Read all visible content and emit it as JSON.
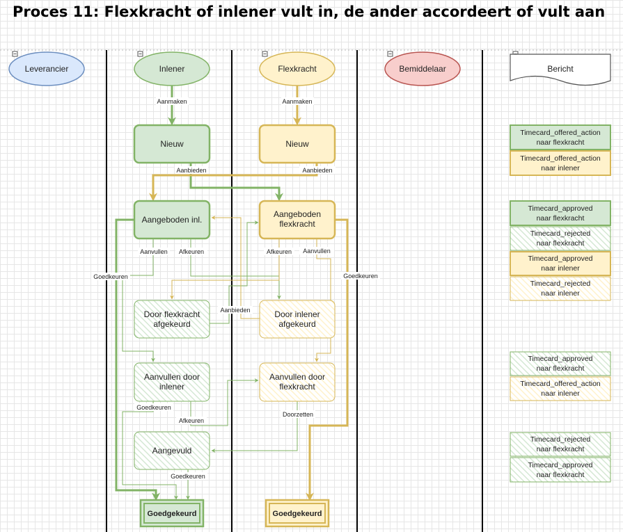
{
  "title": "Proces 11: Flexkracht of inlener vult in, de ander accordeert of vult aan",
  "colors": {
    "green_fill": "#d5e8d4",
    "green_stroke": "#82b366",
    "yellow_fill": "#fff2cc",
    "yellow_stroke": "#d6b656",
    "blue_fill": "#dae8fc",
    "blue_stroke": "#6c8ebf",
    "red_fill": "#f8cecc",
    "red_stroke": "#b85450"
  },
  "lanes": {
    "leverancier": "Leverancier",
    "inlener": "Inlener",
    "flexkracht": "Flexkracht",
    "bemiddelaar": "Bemiddelaar",
    "bericht": "Bericht"
  },
  "nodes": {
    "nieuw_inl": "Nieuw",
    "nieuw_flex": "Nieuw",
    "aangeboden_inl": "Aangeboden inl.",
    "aangeboden_flex": [
      "Aangeboden",
      "flexkracht"
    ],
    "door_flex_afgekeurd": [
      "Door flexkracht",
      "afgekeurd"
    ],
    "door_inl_afgekeurd": [
      "Door inlener",
      "afgekeurd"
    ],
    "aanvullen_door_inl": [
      "Aanvullen door",
      "inlener"
    ],
    "aanvullen_door_flex": [
      "Aanvullen door",
      "flexkracht"
    ],
    "aangevuld": "Aangevuld",
    "goedgekeurd_inl": "Goedgekeurd",
    "goedgekeurd_flex": "Goedgekeurd"
  },
  "edge_labels": {
    "aanmaken_inl": "Aanmaken",
    "aanmaken_flex": "Aanmaken",
    "aanbieden_inl": "Aanbieden",
    "aanbieden_flex": "Aanbieden",
    "aanvullen_inl": "Aanvullen",
    "afkeuren_inl": "Afkeuren",
    "afkeuren_flex": "Afkeuren",
    "aanvullen_flex": "Aanvullen",
    "goedkeuren_inl": "Goedkeuren",
    "goedkeuren_flex": "Goedkeuren",
    "aanbieden_mid": "Aanbieden",
    "goedkeuren_aanv_inl": "Goedkeuren",
    "afkeuren_aanv": "Afkeuren",
    "doorzetten": "Doorzetten",
    "goedkeuren_aangevuld": "Goedkeuren"
  },
  "messages": [
    [
      "Timecard_offered_action",
      "naar flexkracht"
    ],
    [
      "Timecard_offered_action",
      "naar inlener"
    ],
    [
      "Timecard_approved",
      "naar flexkracht"
    ],
    [
      "Timecard_rejected",
      "naar flexkracht"
    ],
    [
      "Timecard_approved",
      "naar inlener"
    ],
    [
      "Timecard_rejected",
      "naar inlener"
    ],
    [
      "Timecard_approved",
      "naar flexkracht"
    ],
    [
      "Timecard_offered_action",
      "naar inlener"
    ],
    [
      "Timecard_rejected",
      "naar flexkracht"
    ],
    [
      "Timecard_approved",
      "naar flexkracht"
    ]
  ]
}
